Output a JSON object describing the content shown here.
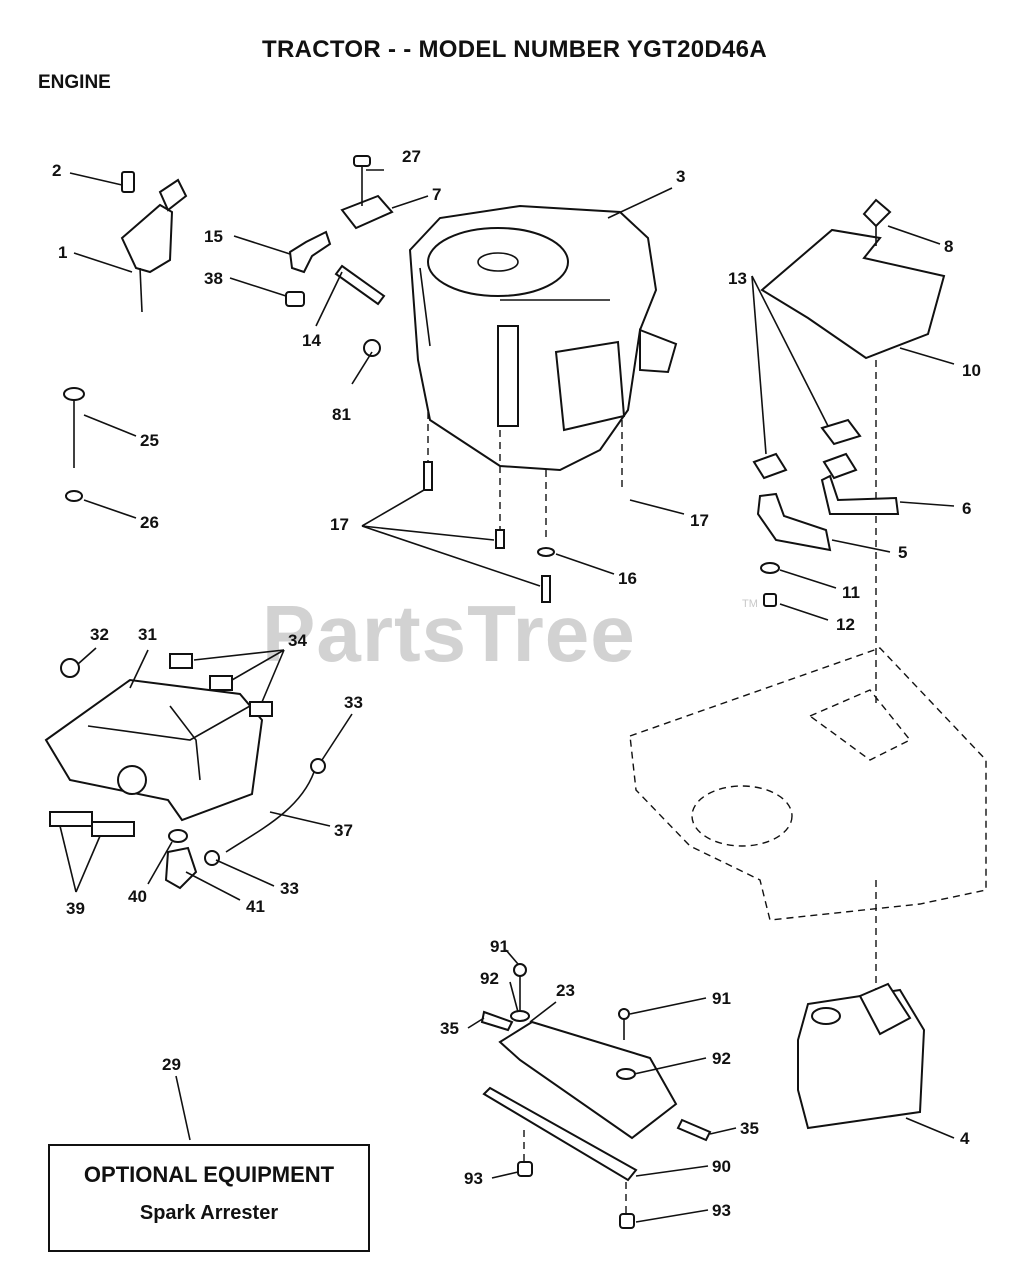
{
  "header": {
    "title": "TRACTOR - - MODEL NUMBER YGT20D46A",
    "section": "ENGINE"
  },
  "watermark": {
    "brand": "PartsTree",
    "tm": "TM"
  },
  "optional_box": {
    "line1": "OPTIONAL EQUIPMENT",
    "line2": "Spark Arrester"
  },
  "callouts": [
    {
      "id": "c1",
      "text": "1"
    },
    {
      "id": "c2",
      "text": "2"
    },
    {
      "id": "c3",
      "text": "3"
    },
    {
      "id": "c4",
      "text": "4"
    },
    {
      "id": "c5",
      "text": "5"
    },
    {
      "id": "c6",
      "text": "6"
    },
    {
      "id": "c7",
      "text": "7"
    },
    {
      "id": "c8",
      "text": "8"
    },
    {
      "id": "c10",
      "text": "10"
    },
    {
      "id": "c11",
      "text": "11"
    },
    {
      "id": "c12",
      "text": "12"
    },
    {
      "id": "c13",
      "text": "13"
    },
    {
      "id": "c14",
      "text": "14"
    },
    {
      "id": "c15",
      "text": "15"
    },
    {
      "id": "c16",
      "text": "16"
    },
    {
      "id": "c17a",
      "text": "17"
    },
    {
      "id": "c17b",
      "text": "17"
    },
    {
      "id": "c23",
      "text": "23"
    },
    {
      "id": "c25",
      "text": "25"
    },
    {
      "id": "c26",
      "text": "26"
    },
    {
      "id": "c27",
      "text": "27"
    },
    {
      "id": "c29",
      "text": "29"
    },
    {
      "id": "c31",
      "text": "31"
    },
    {
      "id": "c32",
      "text": "32"
    },
    {
      "id": "c33a",
      "text": "33"
    },
    {
      "id": "c33b",
      "text": "33"
    },
    {
      "id": "c34",
      "text": "34"
    },
    {
      "id": "c35a",
      "text": "35"
    },
    {
      "id": "c35b",
      "text": "35"
    },
    {
      "id": "c37",
      "text": "37"
    },
    {
      "id": "c38",
      "text": "38"
    },
    {
      "id": "c39",
      "text": "39"
    },
    {
      "id": "c40",
      "text": "40"
    },
    {
      "id": "c41",
      "text": "41"
    },
    {
      "id": "c81",
      "text": "81"
    },
    {
      "id": "c90",
      "text": "90"
    },
    {
      "id": "c91a",
      "text": "91"
    },
    {
      "id": "c91b",
      "text": "91"
    },
    {
      "id": "c92a",
      "text": "92"
    },
    {
      "id": "c92b",
      "text": "92"
    },
    {
      "id": "c93a",
      "text": "93"
    },
    {
      "id": "c93b",
      "text": "93"
    }
  ]
}
